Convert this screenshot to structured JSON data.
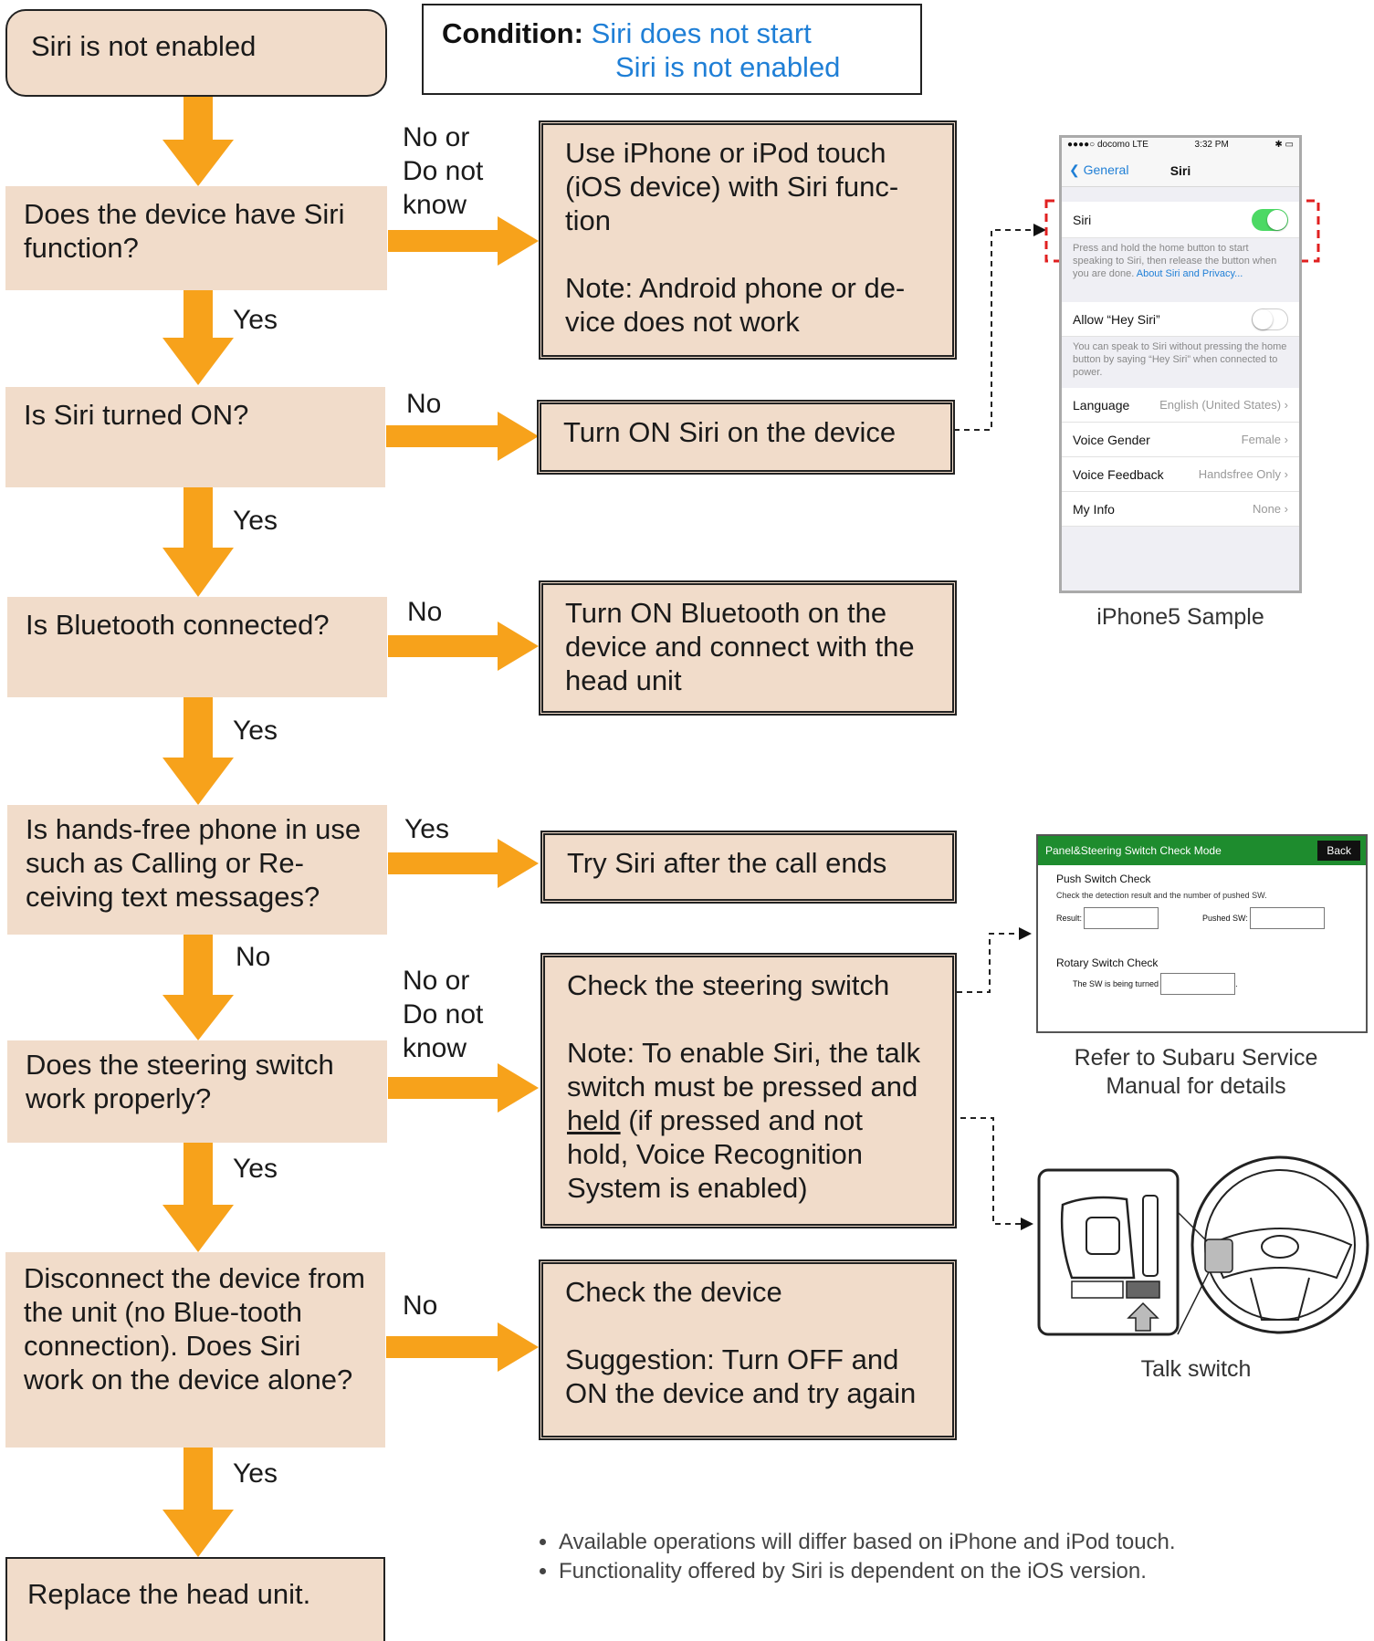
{
  "start": {
    "text": "Siri is not enabled"
  },
  "condition": {
    "key": "Condition:",
    "line1": "Siri does not start",
    "line2": "Siri is not enabled"
  },
  "decisions": [
    {
      "id": "siri-function",
      "text": "Does the device have Siri function?"
    },
    {
      "id": "siri-on",
      "text": "Is Siri turned ON?"
    },
    {
      "id": "bluetooth",
      "text": "Is Bluetooth connected?"
    },
    {
      "id": "handsfree",
      "text": "Is hands-free phone in use such as Calling or Re-ceiving text messages?"
    },
    {
      "id": "steering",
      "text": "Does the steering switch work properly?"
    },
    {
      "id": "device-alone",
      "text": "Disconnect the device from the unit (no Blue-tooth connection).  Does Siri work on the device alone?"
    }
  ],
  "end": {
    "text": "Replace the head unit."
  },
  "actions": {
    "use_ios": {
      "line1": "Use iPhone or iPod touch (iOS device) with Siri func-tion",
      "line2": "Note: Android phone or de-vice does not work"
    },
    "turn_on_siri": {
      "line1": "Turn ON Siri on the device"
    },
    "turn_on_bt": {
      "line1": "Turn ON Bluetooth on the device and connect with the head unit"
    },
    "try_after_call": {
      "line1": "Try Siri after the call ends"
    },
    "check_steering": {
      "line1": "Check the steering switch",
      "note_a": "Note: To enable Siri, the talk switch must be pressed and ",
      "note_held": "held",
      "note_b": " (if pressed and not hold, Voice Recognition System is enabled)"
    },
    "check_device": {
      "line1": "Check the device",
      "line2": "Suggestion: Turn OFF and ON the device and try again"
    }
  },
  "labels": {
    "no_or_dont_know": "No or Do not know",
    "no": "No",
    "yes": "Yes"
  },
  "phone": {
    "carrier": "●●●●○ docomo  LTE",
    "time": "3:32 PM",
    "battery": "✱ ▭",
    "back": "General",
    "title": "Siri",
    "siri_label": "Siri",
    "siri_note": "Press and hold the home button to start speaking to Siri, then release the button when you are done.",
    "siri_link": "About Siri and Privacy...",
    "hey_label": "Allow “Hey Siri”",
    "hey_note": "You can speak to Siri without pressing the home button by saying “Hey Siri” when connected to power.",
    "rows": [
      {
        "label": "Language",
        "value": "English (United States)"
      },
      {
        "label": "Voice Gender",
        "value": "Female"
      },
      {
        "label": "Voice Feedback",
        "value": "Handsfree Only"
      },
      {
        "label": "My Info",
        "value": "None"
      }
    ],
    "caption": "iPhone5 Sample"
  },
  "panel": {
    "title": "Panel&Steering Switch Check Mode",
    "back": "Back",
    "push_title": "Push Switch Check",
    "push_note": "Check the detection result and the number of pushed SW.",
    "result_label": "Result:",
    "pushed_label": "Pushed SW:",
    "rotary_title": "Rotary Switch Check",
    "rotary_label": "The SW is being turned",
    "caption": "Refer to Subaru Service Manual for details"
  },
  "talk_switch": {
    "caption": "Talk switch"
  },
  "notes": [
    "Available operations will differ based on iPhone and iPod touch.",
    "Functionality offered by Siri is dependent on the iOS version."
  ],
  "colors": {
    "node_fill": "#f1dcca",
    "arrow": "#f7a21b",
    "condition_text": "#1f7fd6",
    "panel_bar": "#1e8c2e",
    "highlight": "#e02020"
  }
}
